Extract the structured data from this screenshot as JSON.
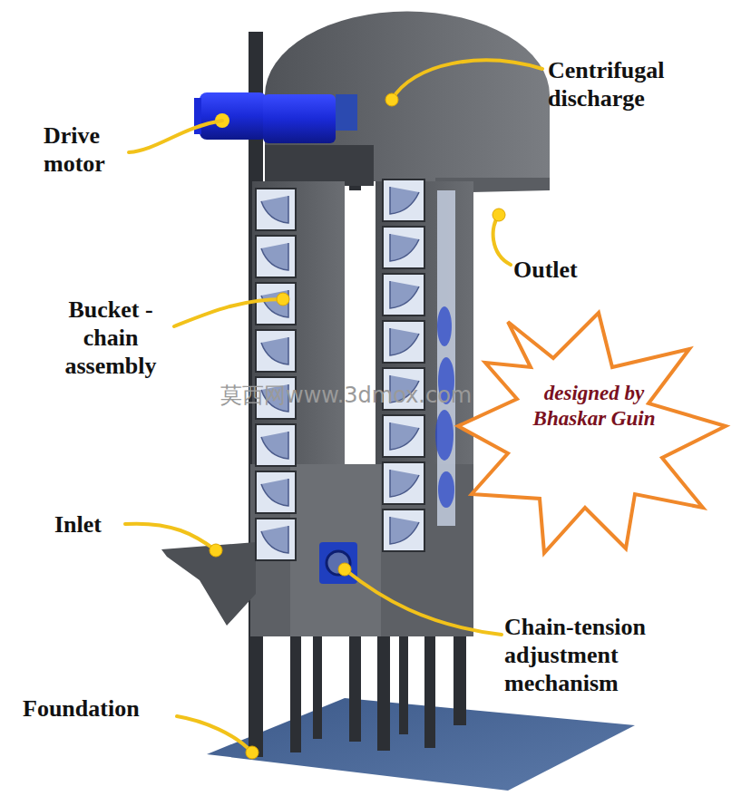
{
  "diagram": {
    "labels": [
      "Drive motor",
      "Centrifugal discharge",
      "Outlet",
      "Bucket - chain assembly",
      "Inlet",
      "Chain-tension adjustment mechanism",
      "Foundation",
      "莫西网www.3dmox.com",
      "designed by Bhaskar Guin"
    ]
  }
}
